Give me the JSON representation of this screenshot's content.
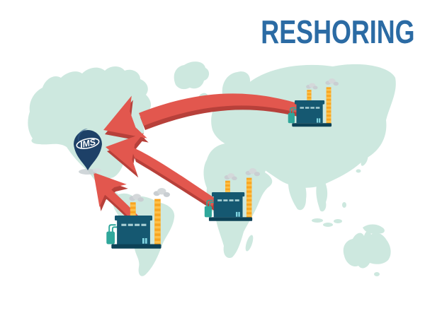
{
  "title": {
    "text": "RESHORING"
  },
  "pin": {
    "logo_text": "IMS"
  },
  "colors": {
    "background": "#ffffff",
    "title_blue": "#2b6ba4",
    "land": "#cde8df",
    "arrow_red": "#e2574e",
    "arrow_shadow": "#b7403a",
    "factory_building": "#155871",
    "factory_base": "#0d4257",
    "chimney_orange": "#f9a51f",
    "chimney_stripe": "#fcc14c",
    "window_light": "#a8cfd4",
    "door_cyan": "#7fd4e0",
    "tank_teal": "#2fa79b",
    "smoke_gray": "#c9ced2",
    "pin_blue": "#1d4067",
    "pin_text": "#ffffff",
    "pin_shadow": "#c4ccd0"
  },
  "scene": {
    "description": "World map with three overseas factories sending red arrows back to a branded location pin in North America",
    "factory_count": 3,
    "arrow_count": 3
  }
}
